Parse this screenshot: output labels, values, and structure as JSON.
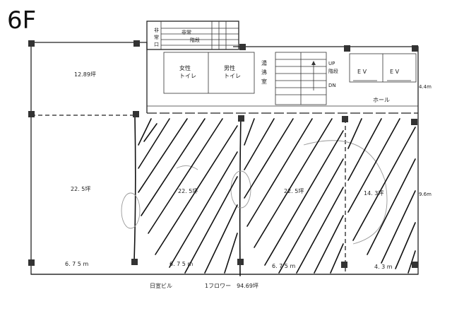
{
  "floor_label": "6F",
  "stairs": {
    "emergency_exit": "非\n常\n口",
    "emergency_stair_1": "非常",
    "emergency_stair_2": "階段",
    "up_down": [
      "UP",
      "階段",
      "DN"
    ]
  },
  "rooms": {
    "womens_toilet": [
      "女性",
      "トイレ"
    ],
    "mens_toilet": [
      "男性",
      "トイレ"
    ],
    "kitchenette": [
      "湯",
      "沸",
      "室"
    ],
    "elevator_1": "E V",
    "elevator_2": "E V",
    "hall": "ホール"
  },
  "units": [
    {
      "area": "12.89坪"
    },
    {
      "area": "22. 5坪",
      "width": "6.  7 5 m"
    },
    {
      "area": "22. 5坪",
      "width": "6.  7 5 m"
    },
    {
      "area": "22. 5坪",
      "width": "6.  7 5 m"
    },
    {
      "area": "14. 3坪",
      "width": "4.  3 m"
    }
  ],
  "dimensions": {
    "hall_depth": "4.4m",
    "office_depth": "9.6m"
  },
  "footer": {
    "building": "日宣ビル",
    "floor_total": "1フロワー　94.69坪"
  }
}
